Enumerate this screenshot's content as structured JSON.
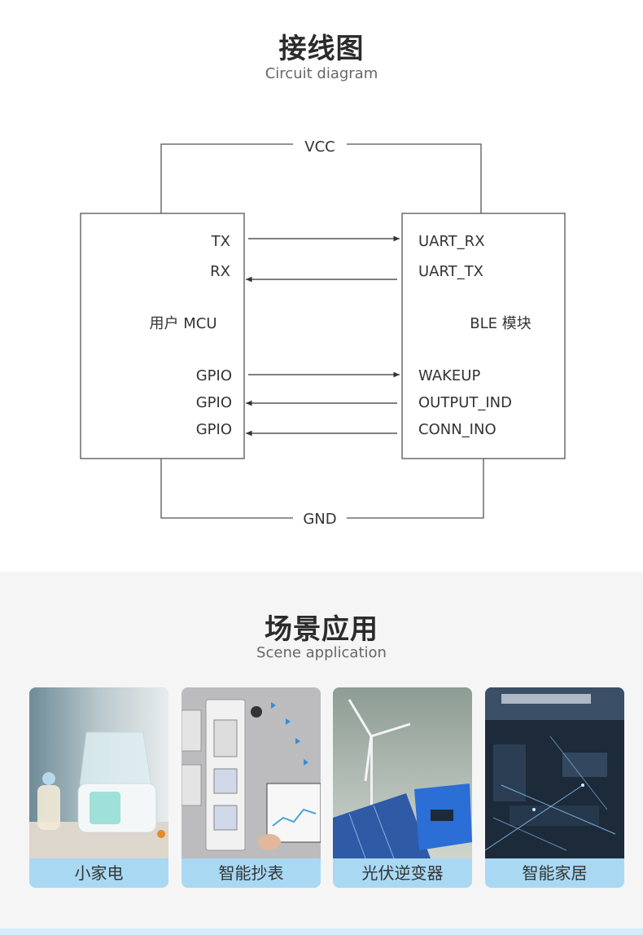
{
  "wiring": {
    "title": "接线图",
    "subtitle": "Circuit diagram",
    "power_top": "VCC",
    "power_bottom": "GND",
    "left_block": {
      "name": "用户 MCU",
      "pins": [
        "TX",
        "RX",
        "GPIO",
        "GPIO",
        "GPIO"
      ]
    },
    "right_block": {
      "name": "BLE 模块",
      "pins": [
        "UART_RX",
        "UART_TX",
        "WAKEUP",
        "OUTPUT_IND",
        "CONN_INO"
      ]
    },
    "arrow_dirs": [
      "right",
      "left",
      "right",
      "left",
      "left"
    ]
  },
  "scenes": {
    "title": "场景应用",
    "subtitle": "Scene application",
    "cards": [
      {
        "label": "小家电",
        "icon": "kettle-photo"
      },
      {
        "label": "智能抄表",
        "icon": "meter-photo"
      },
      {
        "label": "光伏逆变器",
        "icon": "solar-photo"
      },
      {
        "label": "智能家居",
        "icon": "smart-home-photo"
      }
    ],
    "label_color": "#a9d8f3"
  }
}
